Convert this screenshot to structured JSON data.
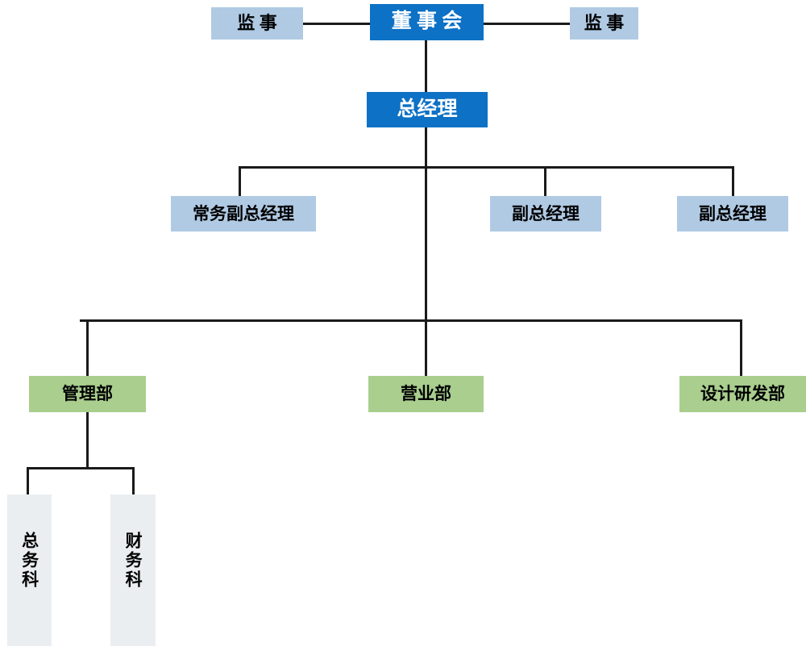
{
  "chart": {
    "type": "org-chart",
    "title": "",
    "orientation": "top-down",
    "palette": {
      "board_blue": "#0d71c5",
      "supervisor_blue": "#b0cae4",
      "department_green": "#a9ce8e",
      "section_gray": "#eaeef0",
      "line_color": "#1a1a1a",
      "background": "#ffffff"
    },
    "levels": [
      {
        "level": 1,
        "nodes": [
          {
            "id": "supervisor-left",
            "label": "监 事",
            "style": "blue-light"
          },
          {
            "id": "board",
            "label": "董 事 会",
            "style": "blue-dark"
          },
          {
            "id": "supervisor-right",
            "label": "监 事",
            "style": "blue-light"
          }
        ]
      },
      {
        "level": 2,
        "nodes": [
          {
            "id": "general-manager",
            "label": "总经理",
            "style": "blue-dark"
          }
        ]
      },
      {
        "level": 3,
        "nodes": [
          {
            "id": "exec-vice-gm",
            "label": "常务副总经理",
            "style": "blue-light"
          },
          {
            "id": "vice-gm-1",
            "label": "副总经理",
            "style": "blue-light"
          },
          {
            "id": "vice-gm-2",
            "label": "副总经理",
            "style": "blue-light"
          }
        ]
      },
      {
        "level": 4,
        "nodes": [
          {
            "id": "management-dept",
            "label": "管理部",
            "style": "green"
          },
          {
            "id": "sales-dept",
            "label": "营业部",
            "style": "green"
          },
          {
            "id": "design-rd-dept",
            "label": "设计研发部",
            "style": "green"
          }
        ]
      },
      {
        "level": 5,
        "nodes": [
          {
            "id": "general-affairs-section",
            "label": "总务科",
            "style": "gray",
            "text_direction": "vertical"
          },
          {
            "id": "finance-section",
            "label": "财务科",
            "style": "gray",
            "text_direction": "vertical"
          }
        ]
      }
    ],
    "edges": [
      {
        "from": "board",
        "to": "supervisor-left"
      },
      {
        "from": "board",
        "to": "supervisor-right"
      },
      {
        "from": "board",
        "to": "general-manager"
      },
      {
        "from": "general-manager",
        "to": "exec-vice-gm"
      },
      {
        "from": "general-manager",
        "to": "vice-gm-1"
      },
      {
        "from": "general-manager",
        "to": "vice-gm-2"
      },
      {
        "from": "general-manager",
        "to": "management-dept"
      },
      {
        "from": "general-manager",
        "to": "sales-dept"
      },
      {
        "from": "general-manager",
        "to": "design-rd-dept"
      },
      {
        "from": "management-dept",
        "to": "general-affairs-section"
      },
      {
        "from": "management-dept",
        "to": "finance-section"
      }
    ]
  },
  "nodes": {
    "supervisor_left": "监 事",
    "board": "董 事 会",
    "supervisor_right": "监 事",
    "general_manager": "总经理",
    "exec_vice_gm": "常务副总经理",
    "vice_gm_1": "副总经理",
    "vice_gm_2": "副总经理",
    "management_dept": "管理部",
    "sales_dept": "营业部",
    "design_rd_dept": "设计研发部",
    "general_affairs_section": "总务科",
    "finance_section": "财务科"
  }
}
